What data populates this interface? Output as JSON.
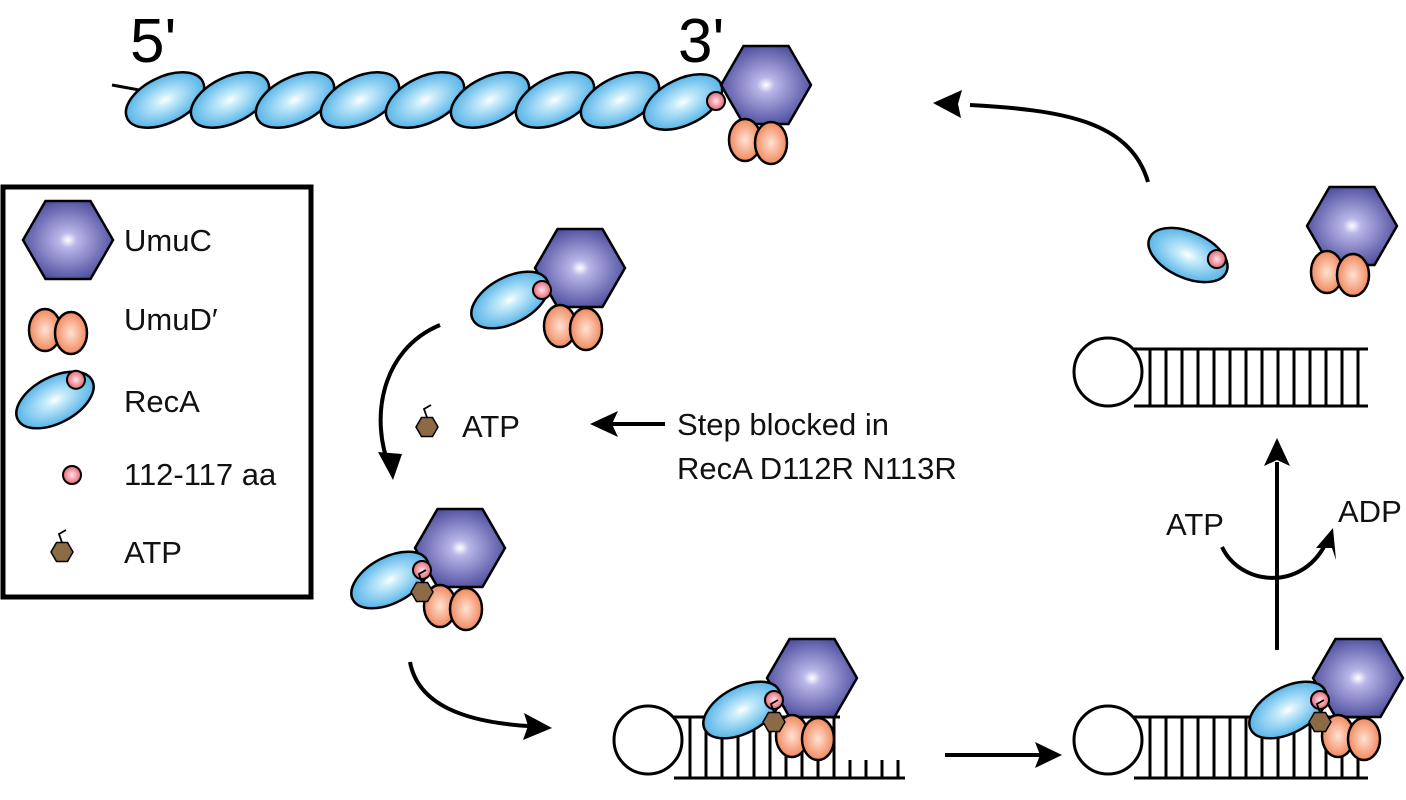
{
  "strand": {
    "five_prime": "5'",
    "three_prime": "3'"
  },
  "legend": {
    "items": [
      {
        "label": "UmuC",
        "icon": "umuc-hexagon-icon"
      },
      {
        "label": "UmuD′",
        "icon": "umud-dimer-icon"
      },
      {
        "label": "RecA",
        "icon": "reca-ellipse-icon"
      },
      {
        "label": "112-117 aa",
        "icon": "residue-dot-icon"
      },
      {
        "label": "ATP",
        "icon": "atp-icon"
      }
    ]
  },
  "labels": {
    "atp_step": "ATP",
    "blocked_line1": "Step blocked in",
    "blocked_line2": "RecA D112R N113R",
    "hydrolysis_in": "ATP",
    "hydrolysis_out": "ADP"
  },
  "colors": {
    "umuc": "#4a4a9c",
    "umud": "#f2855c",
    "reca": "#56b9ec",
    "residue": "#e4586a",
    "atp": "#8c6a45"
  }
}
